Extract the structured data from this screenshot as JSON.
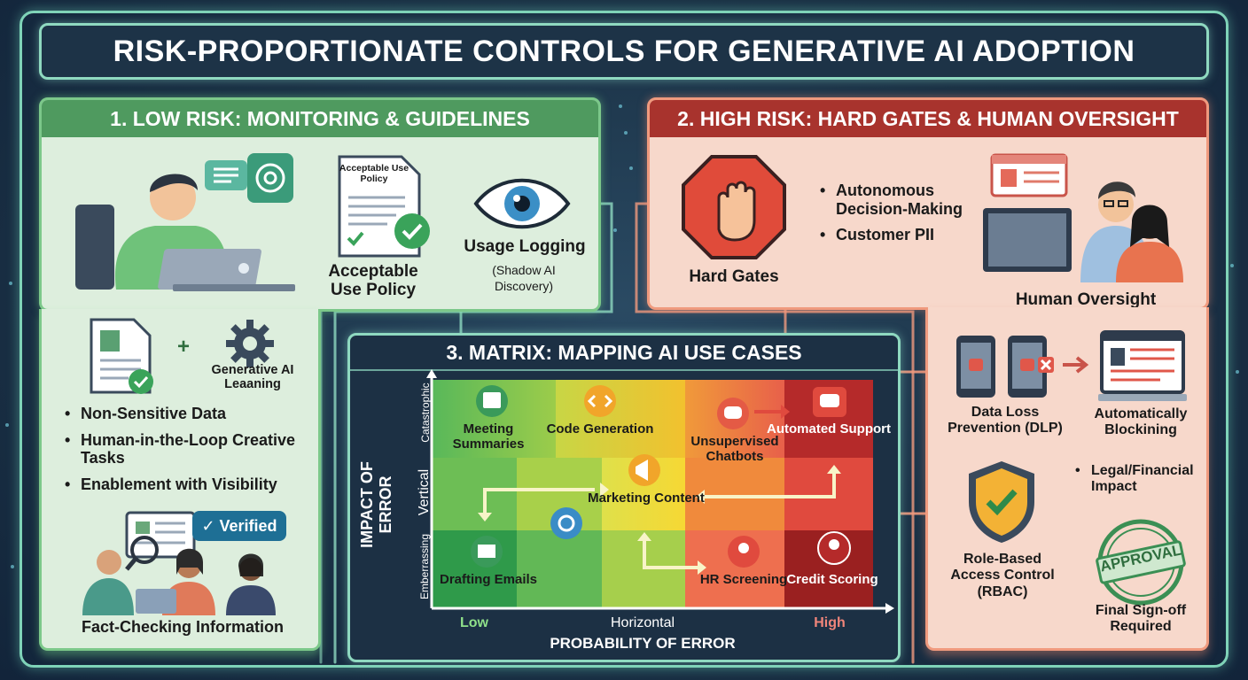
{
  "title": "RISK-PROPORTIONATE CONTROLS FOR GENERATIVE AI ADOPTION",
  "panel_low": {
    "heading": "1. LOW RISK: MONITORING & GUIDELINES",
    "policy_doc_text": "Acceptable Use Policy",
    "policy_label": "Acceptable Use Policy",
    "logging_label": "Usage Logging",
    "logging_sub": "(Shadow AI Discovery)",
    "plus": "+",
    "gen_ai_label": "Generative AI Leaaning",
    "bullets": [
      "Non-Sensitive Data",
      "Human-in-the-Loop Creative Tasks",
      "Enablement with Visibility"
    ],
    "verified_badge": "✓ Verified",
    "fact_check_label": "Fact-Checking Information"
  },
  "panel_high": {
    "heading": "2. HIGH RISK: HARD GATES & HUMAN OVERSIGHT",
    "hard_gates_label": "Hard Gates",
    "bullets": [
      "Autonomous Decision-Making",
      "Customer PII"
    ],
    "oversight_label": "Human Oversight",
    "dlp_label": "Data Loss Prevention (DLP)",
    "auto_block_label": "Automatically Blockining",
    "legal_bullet": "Legal/Financial Impact",
    "rbac_label": "Role-Based Access Control (RBAC)",
    "approval_stamp": "APPROVAL",
    "signoff_label": "Final Sign-off Required"
  },
  "matrix": {
    "heading": "3. MATRIX: MAPPING AI USE CASES",
    "y_axis_title": "IMPACT OF ERROR",
    "y_top": "Catastrophic",
    "y_mid": "Vertical",
    "y_bottom": "Emberrassing",
    "x_low": "Low",
    "x_mid": "Horizontal",
    "x_high": "High",
    "x_axis_title": "PROBABILITY OF ERROR",
    "items": {
      "meeting": "Meeting Summaries",
      "code": "Code Generation",
      "chatbots": "Unsupervised Chatbots",
      "support": "Automated Support",
      "marketing": "Marketing Content",
      "drafting": "Drafting Emails",
      "hr": "HR Screening",
      "credit": "Credit Scoring"
    }
  },
  "colors": {
    "low_accent": "#4f9a5f",
    "high_accent": "#a8332d",
    "frame_glow": "#7fd3b8"
  }
}
